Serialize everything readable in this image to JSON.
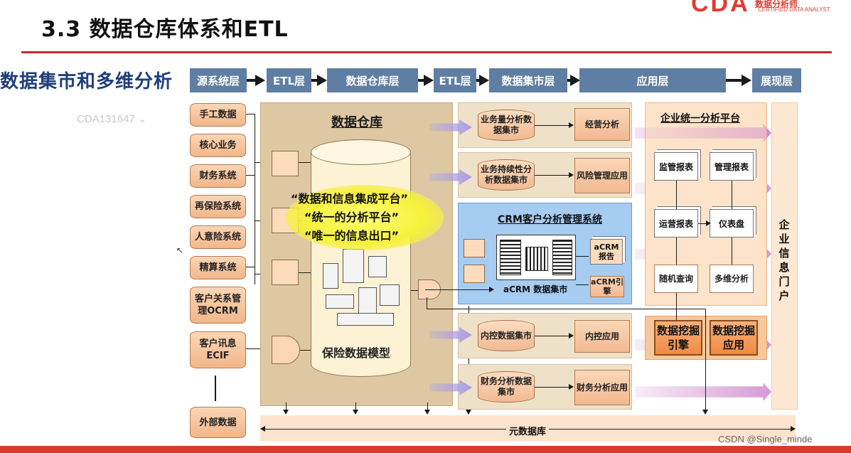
{
  "header": {
    "title": "3.3 数据仓库体系和ETL",
    "logo_letters": "CDA",
    "logo_cn": "数据分析师",
    "logo_en": "CERTIFIED DATA ANALYST"
  },
  "subtitle": "数据集市和多维分析",
  "watermark": "CDA131647 ⌄",
  "layers": [
    "源系统层",
    "ETL层",
    "数据仓库层",
    "ETL层",
    "数据集市层",
    "应用层",
    "展现层"
  ],
  "sources": [
    "手工数据",
    "核心业务",
    "财务系统",
    "再保险系统",
    "人意险系统",
    "精算系统",
    "客户关系管理OCRM",
    "客户讯息ECIF",
    "外部数据"
  ],
  "warehouse": {
    "title": "数据仓库",
    "slogans": [
      "“数据和信息集成平台”",
      "“统一的分析平台”",
      "“唯一的信息出口”"
    ],
    "model": "保险数据模型"
  },
  "marts": [
    {
      "mart": "业务量分析数据集市",
      "app": "经营分析"
    },
    {
      "mart": "业务持续性分析数据集市",
      "app": "风险管理应用"
    },
    {
      "mart": "内控数据集市",
      "app": "内控应用"
    },
    {
      "mart": "财务分析数据集市",
      "app": "财务分析应用"
    }
  ],
  "crm": {
    "title": "CRM客户分析管理系统",
    "mart": "aCRM 数据集市",
    "report": "aCRM报告",
    "engine": "aCRM引擎"
  },
  "application": {
    "title": "企业统一分析平台",
    "items": [
      "监管报表",
      "管理报表",
      "运营报表",
      "仪表盘",
      "随机查询",
      "多维分析"
    ],
    "mining": [
      "数据挖掘引擎",
      "数据挖掘应用"
    ]
  },
  "portal": "企业信息门户",
  "metadata": "元数据库",
  "credit": "CSDN @Single_minde"
}
